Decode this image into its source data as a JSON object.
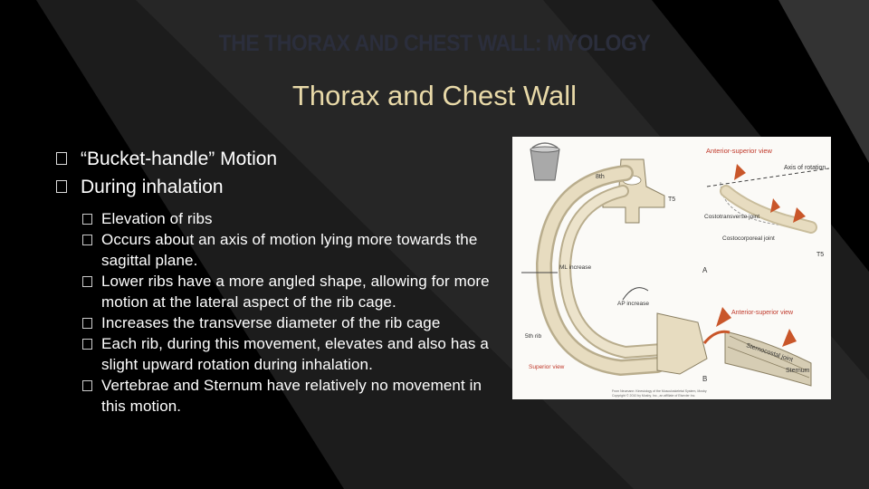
{
  "slide": {
    "title": "THE THORAX AND CHEST WALL: MYOLOGY",
    "subtitle": "Thorax and Chest Wall",
    "bullets": [
      "“Bucket-handle” Motion",
      "During inhalation"
    ],
    "sub_bullets": [
      "Elevation of ribs",
      "Occurs about an axis of motion lying more towards the sagittal plane.",
      "Lower ribs have a more angled shape, allowing for more motion at the lateral aspect of the rib cage.",
      "Increases the transverse diameter of the rib cage",
      "Each rib, during this movement, elevates and also has a slight upward rotation during inhalation.",
      "Vertebrae and Sternum have relatively no movement in this motion."
    ]
  },
  "figure": {
    "labels": {
      "anterior_superior_top": "Anterior-superior view",
      "axis_of_rotation": "Axis of rotation",
      "rib_8": "8th",
      "t5_upper": "T5",
      "costotransverse": "Costotransverse joint",
      "costocorporeal": "Costocorporeal joint",
      "t5_right": "T5",
      "ml_increase": "ML increase",
      "panel_a": "A",
      "ap_increase": "AP increase",
      "anterior_superior_bottom": "Anterior-superior view",
      "sternocostal": "Sternocostal joint",
      "rib_5": "5th rib",
      "superior_view": "Superior view",
      "panel_b": "B",
      "sternum": "Sternum",
      "credit_1": "From Neumann: Kinesiology of the Musculoskeletal System, Mosby",
      "credit_2": "Copyright © 2010 by Mosby, Inc., an affiliate of Elsevier Inc."
    },
    "colors": {
      "label_red": "#c0392b",
      "arrow_orange": "#c9562a",
      "bone": "#e7dcc0"
    }
  }
}
